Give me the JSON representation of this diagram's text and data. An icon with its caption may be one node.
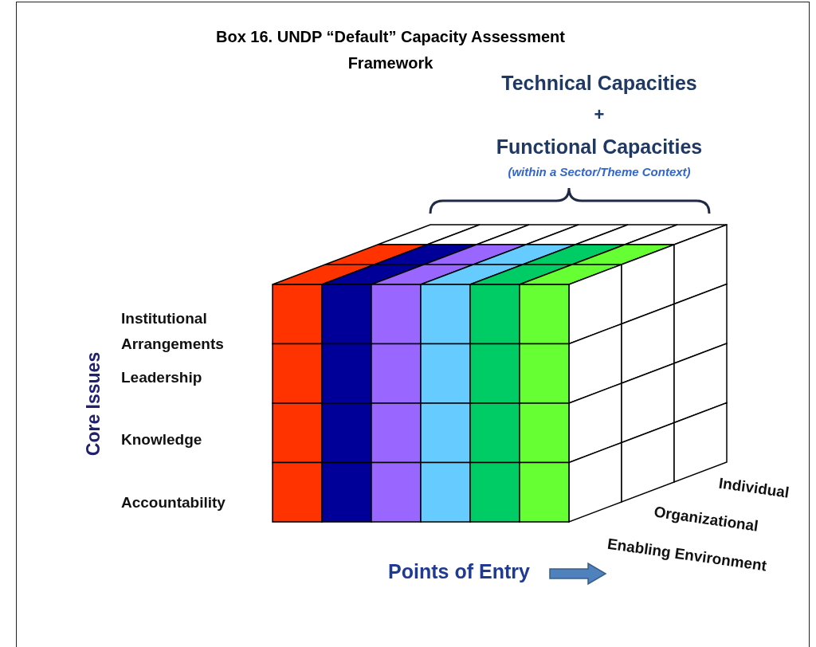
{
  "diagram": {
    "title": "Box 16. UNDP “Default” Capacity Assessment Framework",
    "labels": [
      "Technical Capacities",
      "+",
      "Functional Capacities",
      "(within a Sector/Theme Context)",
      "Core Issues",
      "Institutional Arrangements",
      "Leadership",
      "Knowledge",
      "Accountability",
      "Individual",
      "Organizational",
      "Enabling Environment",
      "Points of Entry"
    ]
  }
}
